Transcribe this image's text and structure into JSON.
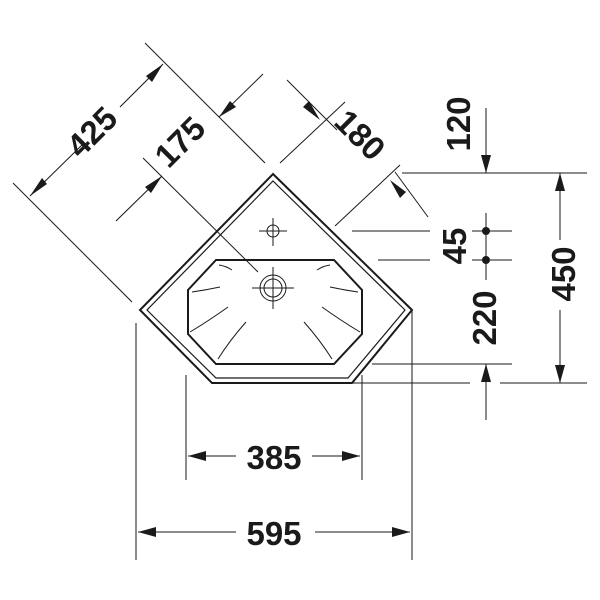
{
  "drawing": {
    "title": "Corner washbasin dimension drawing",
    "units": "mm",
    "line_color": "#1a1a1a",
    "background": "#ffffff"
  },
  "dimensions": {
    "diag_overall": "425",
    "diag_tap_offset": "175",
    "diag_side": "180",
    "top_offset": "120",
    "tap_to_waste": "45",
    "waste_to_front": "220",
    "total_depth": "450",
    "bowl_width": "385",
    "overall_width": "595"
  },
  "features": {
    "tap_hole": "tap-hole-symbol",
    "waste_outlet": "waste-outlet-symbol",
    "bowl": "octagonal-bowl"
  }
}
